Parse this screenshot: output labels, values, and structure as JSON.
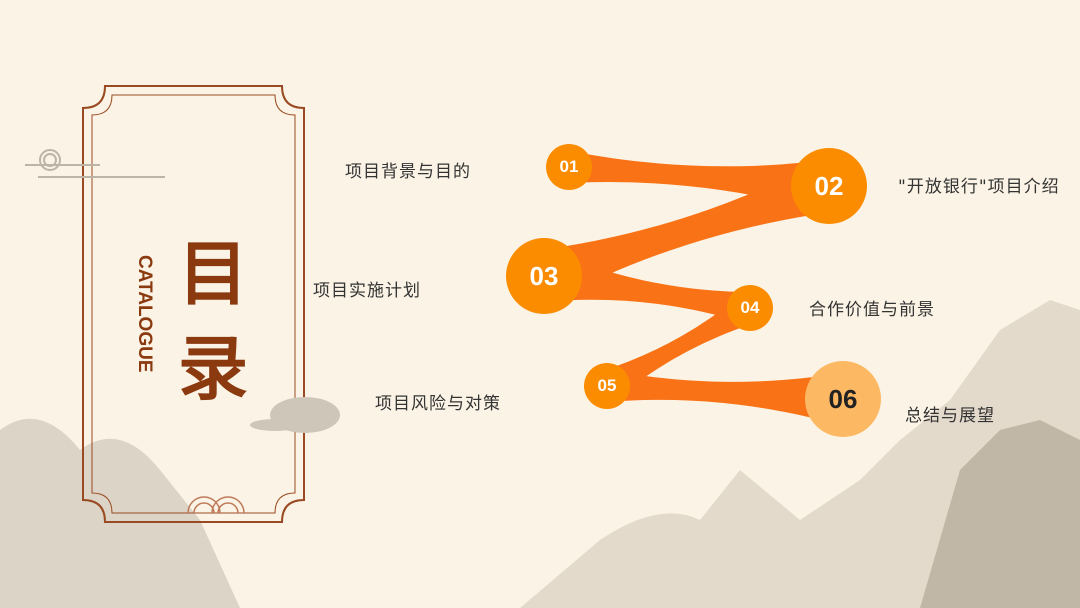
{
  "title": {
    "char1": "目",
    "char2": "录",
    "subtitle": "CATALOGUE"
  },
  "items": [
    {
      "num": "01",
      "label": "项目背景与目的"
    },
    {
      "num": "02",
      "label": "\"开放银行\"项目介绍"
    },
    {
      "num": "03",
      "label": "项目实施计划"
    },
    {
      "num": "04",
      "label": "合作价值与前景"
    },
    {
      "num": "05",
      "label": "项目风险与对策"
    },
    {
      "num": "06",
      "label": "总结与展望"
    }
  ],
  "colors": {
    "background": "#fbf4e6",
    "frame": "#9a4a22",
    "title": "#8b3a10",
    "node": "#fb8c00",
    "connector": "#f97316",
    "node_last": "#fdb863"
  }
}
